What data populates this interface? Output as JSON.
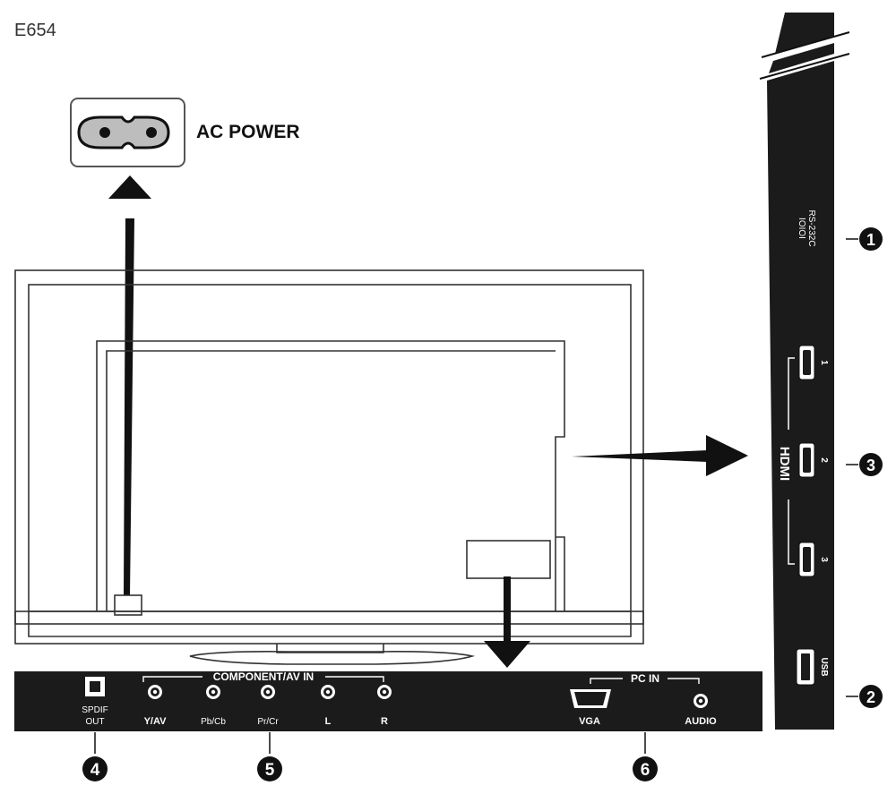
{
  "model": "E654",
  "ac_power_label": "AC POWER",
  "side_panel": {
    "rs232_label": "RS-232C",
    "rs232_sub": "IOIOI",
    "hdmi_logo": "HDMI",
    "hdmi_ports": [
      "1",
      "2",
      "3"
    ],
    "usb_label": "USB"
  },
  "bottom_panel": {
    "spdif_label_1": "SPDIF",
    "spdif_label_2": "OUT",
    "component_group_label": "COMPONENT/AV IN",
    "component_jacks": [
      "Y/AV",
      "Pb/Cb",
      "Pr/Cr",
      "L",
      "R"
    ],
    "pc_group_label": "PC IN",
    "vga_label": "VGA",
    "audio_label": "AUDIO"
  },
  "callouts": [
    "1",
    "2",
    "3",
    "4",
    "5",
    "6"
  ],
  "colors": {
    "panel": "#1b1b1b",
    "outline": "#333333",
    "accent": "#000000"
  }
}
